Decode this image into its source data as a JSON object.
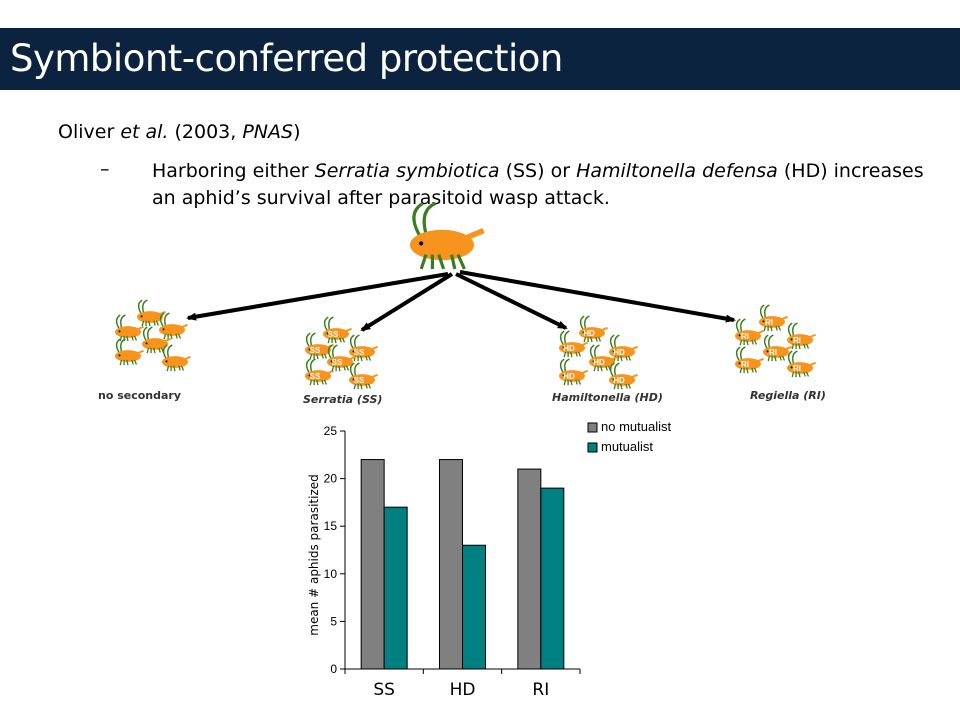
{
  "slide": {
    "title": "Symbiont-conferred protection",
    "citation": {
      "authors": "Oliver ",
      "etal": "et al.",
      "year_open": " (2003, ",
      "journal": "PNAS",
      "close": ")"
    },
    "bullet": {
      "dash": "–",
      "p1": "Harboring either ",
      "ss_species": "Serratia symbiotica",
      "p2": " (SS) or ",
      "hd_species": "Hamiltonella defensa",
      "p3": " (HD) increases an aphid’s survival after parasitoid wasp attack."
    }
  },
  "diagram": {
    "groups": [
      {
        "label": "no secondary",
        "symbol": ""
      },
      {
        "label": "Serratia (SS)",
        "symbol": "SS"
      },
      {
        "label": "Hamiltonella (HD)",
        "symbol": "HD"
      },
      {
        "label": "Regiella (RI)",
        "symbol": "RI"
      }
    ],
    "colors": {
      "aphid": "#f7941d",
      "legs": "#3a7d1e",
      "arrow": "#000000"
    }
  },
  "chart_data": {
    "type": "bar",
    "categories": [
      "SS",
      "HD",
      "RI"
    ],
    "series": [
      {
        "name": "no mutualist",
        "values": [
          22,
          22,
          21
        ],
        "color": "#808080"
      },
      {
        "name": "mutualist",
        "values": [
          17,
          13,
          19
        ],
        "color": "#008080"
      }
    ],
    "ylabel": "mean # aphids parasitized",
    "ylim": [
      0,
      25
    ],
    "yticks": [
      0,
      5,
      10,
      15,
      20,
      25
    ],
    "legend_position": "top-right",
    "grid": false
  }
}
